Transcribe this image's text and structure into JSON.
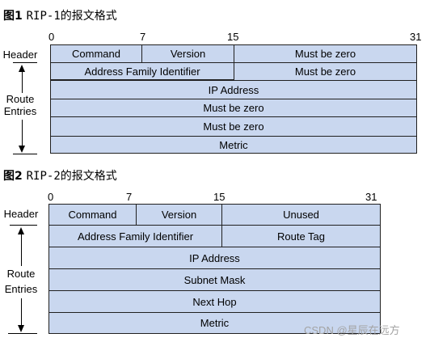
{
  "figure1": {
    "title_prefix": "图1",
    "title_rest": "RIP-1的报文格式",
    "ticks": [
      "0",
      "7",
      "15",
      "31"
    ],
    "side": {
      "header": "Header",
      "route_line1": "Route",
      "route_line2": "Entries"
    },
    "fields": {
      "command": "Command",
      "version": "Version",
      "must_be_zero_1": "Must be zero",
      "address_family": "Address Family Identifier",
      "must_be_zero_2": "Must be zero",
      "ip_address": "IP Address",
      "must_be_zero_3": "Must be zero",
      "must_be_zero_4": "Must be zero",
      "metric": "Metric"
    }
  },
  "figure2": {
    "title_prefix": "图2",
    "title_rest": "RIP-2的报文格式",
    "ticks": [
      "0",
      "7",
      "15",
      "31"
    ],
    "side": {
      "header": "Header",
      "route_line1": "Route",
      "route_line2": "Entries"
    },
    "fields": {
      "command": "Command",
      "version": "Version",
      "unused": "Unused",
      "address_family": "Address Family Identifier",
      "route_tag": "Route Tag",
      "ip_address": "IP Address",
      "subnet_mask": "Subnet Mask",
      "next_hop": "Next Hop",
      "metric": "Metric"
    }
  },
  "watermark": "CSDN @星辰在远方",
  "colors": {
    "field_fill": "#c9d7ef",
    "border": "#202020"
  }
}
